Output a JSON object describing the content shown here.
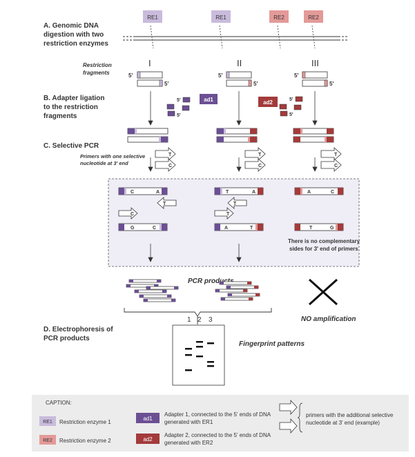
{
  "colors": {
    "re1": "#c9bbdc",
    "re2": "#e39a98",
    "ad1": "#6b4f93",
    "ad2": "#a33b3b",
    "box_bg": "#efedf5",
    "caption_bg": "#ececec"
  },
  "top_labels": {
    "re1": "RE1",
    "re2": "RE2"
  },
  "sections": {
    "a": [
      "A. Genomic DNA",
      "digestion with two",
      "restriction enzymes"
    ],
    "b": [
      "B. Adapter ligation",
      "to the restriction",
      "fragments"
    ],
    "c": "C. Selective PCR",
    "d": [
      "D. Electrophoresis of",
      "PCR products"
    ]
  },
  "restriction_fragments": [
    "Restriction",
    "fragments"
  ],
  "roman": [
    "I",
    "II",
    "III"
  ],
  "prime": "5'",
  "ad_labels": {
    "ad1": "ad1",
    "ad2": "ad2"
  },
  "primers_text": [
    "Primers with one selective",
    "nucleotide at 3' end"
  ],
  "primer_letters": {
    "t": "T",
    "c": "C"
  },
  "box_letters": {
    "g1_top": [
      "C",
      "A"
    ],
    "g1_bottom": [
      "G",
      "C"
    ],
    "g2_top": [
      "T",
      "A"
    ],
    "g2_bottom": [
      "A",
      "T"
    ],
    "g3_top": [
      "A",
      "C"
    ],
    "g3_bottom": [
      "T",
      "G"
    ],
    "p1": "T",
    "p2": "C",
    "p3": "T",
    "p4": "T"
  },
  "no_complement": [
    "There is no complementary",
    "sides for 3' end of primers"
  ],
  "pcr_products": "PCR products",
  "no_amplification": "NO amplification",
  "lanes": [
    "1",
    "2",
    "3"
  ],
  "fingerprint": "Fingerprint patterns",
  "caption": {
    "title": "CAPTION:",
    "re1_desc": "Restriction enzyme 1",
    "re2_desc": "Restriction enzyme 2",
    "ad1_desc": [
      "Adapter 1, connected to the 5' ends of DNA",
      "generated with ER1"
    ],
    "ad2_desc": [
      "Adapter 2, connected to the 5' ends of DNA",
      "generated with ER2"
    ],
    "primers_desc": [
      "primers with the  additional selective",
      "nucleotide at 3' end  (example)"
    ]
  }
}
